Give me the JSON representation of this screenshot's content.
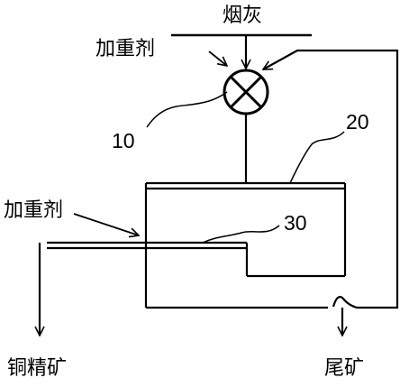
{
  "labels": {
    "smoke_ash": "烟灰",
    "weighting_agent_top": "加重剂",
    "weighting_agent_left": "加重剂",
    "ref_10": "10",
    "ref_20": "20",
    "ref_30": "30",
    "copper_concentrate": "铜精矿",
    "tailings": "尾矿"
  },
  "colors": {
    "stroke": "#000000",
    "background": "#ffffff"
  }
}
